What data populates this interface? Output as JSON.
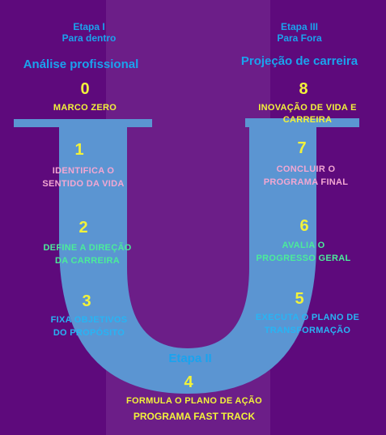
{
  "stage_left": {
    "line1": "Etapa I",
    "line2": "Para dentro",
    "subtitle": "Análise profissional"
  },
  "stage_right": {
    "line1": "Etapa III",
    "line2": "Para Fora",
    "subtitle": "Projeção de carreira"
  },
  "stage_middle": {
    "label": "Etapa II"
  },
  "steps": [
    {
      "number": "0",
      "line1": "MARCO ZERO",
      "line2": ""
    },
    {
      "number": "1",
      "line1": "IDENTIFICA O",
      "line2": "SENTIDO DA VIDA"
    },
    {
      "number": "2",
      "line1": "DEFINE A DIREÇÃO",
      "line2": "DA CARREIRA"
    },
    {
      "number": "3",
      "line1": "FIXA OBJETIVOS",
      "line2": "DO PROPÓSITO"
    },
    {
      "number": "4",
      "line1": "FORMULA O PLANO DE AÇÃO",
      "line2": ""
    },
    {
      "number": "5",
      "line1": "EXECUTA O PLANO DE",
      "line2": "TRANSFORMAÇÃO"
    },
    {
      "number": "6",
      "line1": "AVALIA O",
      "line2": "PROGRESSO GERAL"
    },
    {
      "number": "7",
      "line1": "CONCLUIR O",
      "line2": "PROGRAMA FINAL"
    },
    {
      "number": "8",
      "line1": "INOVAÇÃO DE VIDA E",
      "line2": "CARREIRA"
    }
  ],
  "footer": {
    "program": "PROGRAMA FAST TRACK"
  },
  "colors": {
    "background": "#5e0a7c",
    "center_band": "#6c1e88",
    "u_shape": "#5b95d2",
    "heading_blue": "#1aa3ee",
    "number_yellow": "#f2f23a",
    "text_pink": "#f3a7d2",
    "text_green": "#4bec9a",
    "text_sky": "#28b4f4"
  }
}
